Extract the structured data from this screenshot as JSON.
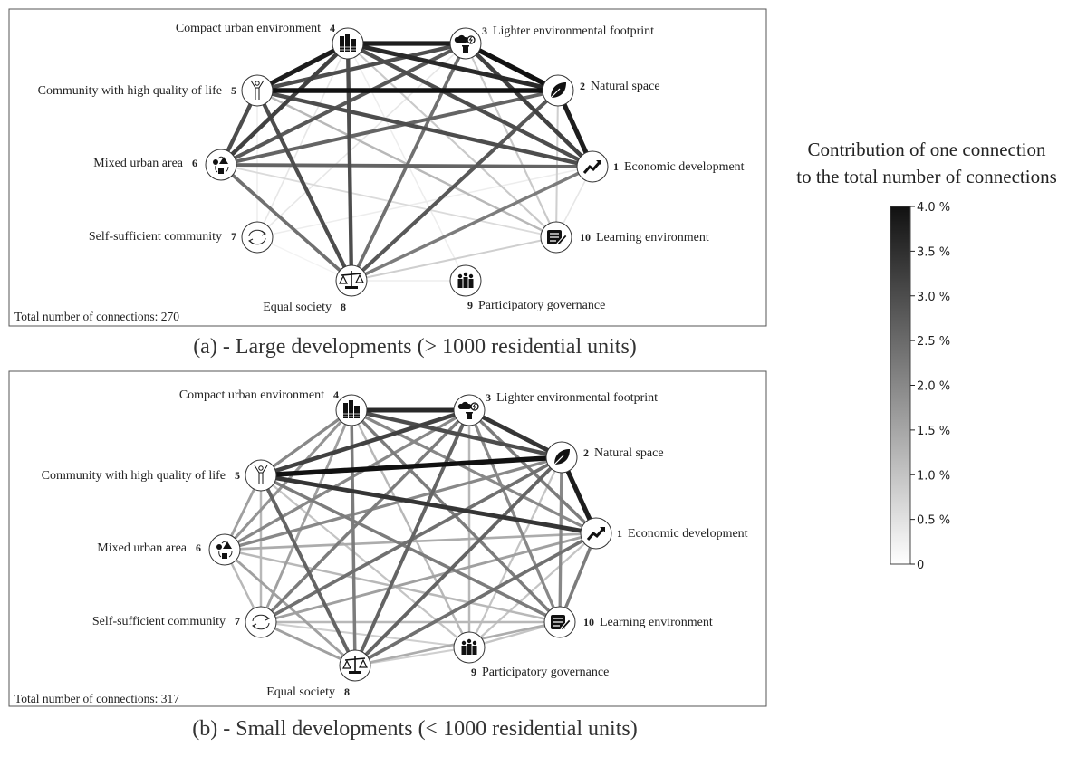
{
  "panels": [
    {
      "id": "a",
      "caption": "(a) - Large developments (> 1000 residential units)",
      "total_label": "Total number of connections: 270",
      "edges": [
        [
          4,
          3,
          3.8
        ],
        [
          4,
          2,
          3.6
        ],
        [
          4,
          5,
          3.8
        ],
        [
          4,
          6,
          3.2
        ],
        [
          4,
          1,
          3.0
        ],
        [
          4,
          8,
          3.0
        ],
        [
          4,
          7,
          0.4
        ],
        [
          4,
          10,
          0.9
        ],
        [
          4,
          9,
          0.3
        ],
        [
          3,
          2,
          4.0
        ],
        [
          3,
          5,
          3.0
        ],
        [
          3,
          6,
          2.8
        ],
        [
          3,
          1,
          3.2
        ],
        [
          3,
          8,
          2.4
        ],
        [
          3,
          7,
          0.4
        ],
        [
          3,
          10,
          0.9
        ],
        [
          2,
          5,
          4.0
        ],
        [
          2,
          1,
          3.8
        ],
        [
          2,
          6,
          2.6
        ],
        [
          2,
          8,
          2.8
        ],
        [
          2,
          10,
          0.8
        ],
        [
          5,
          6,
          3.0
        ],
        [
          5,
          1,
          3.0
        ],
        [
          5,
          8,
          3.0
        ],
        [
          5,
          10,
          1.2
        ],
        [
          5,
          7,
          0.3
        ],
        [
          6,
          1,
          2.6
        ],
        [
          6,
          8,
          2.4
        ],
        [
          6,
          10,
          0.6
        ],
        [
          1,
          8,
          2.2
        ],
        [
          1,
          10,
          0.4
        ],
        [
          1,
          7,
          0.3
        ],
        [
          8,
          10,
          0.8
        ],
        [
          8,
          9,
          0.3
        ],
        [
          8,
          7,
          0.2
        ]
      ]
    },
    {
      "id": "b",
      "caption": "(b) - Small developments (< 1000 residential units)",
      "total_label": "Total number of connections: 317",
      "edges": [
        [
          4,
          3,
          3.6
        ],
        [
          4,
          2,
          3.0
        ],
        [
          4,
          5,
          2.0
        ],
        [
          4,
          1,
          2.0
        ],
        [
          4,
          6,
          1.8
        ],
        [
          4,
          7,
          1.6
        ],
        [
          4,
          8,
          2.2
        ],
        [
          4,
          10,
          2.2
        ],
        [
          4,
          9,
          1.2
        ],
        [
          3,
          2,
          3.4
        ],
        [
          3,
          5,
          3.2
        ],
        [
          3,
          1,
          2.2
        ],
        [
          3,
          6,
          2.0
        ],
        [
          3,
          7,
          2.2
        ],
        [
          3,
          8,
          2.6
        ],
        [
          3,
          10,
          2.0
        ],
        [
          3,
          9,
          1.2
        ],
        [
          5,
          2,
          4.0
        ],
        [
          5,
          1,
          3.4
        ],
        [
          5,
          6,
          1.6
        ],
        [
          5,
          7,
          1.2
        ],
        [
          5,
          8,
          2.6
        ],
        [
          5,
          10,
          2.2
        ],
        [
          5,
          9,
          1.0
        ],
        [
          2,
          1,
          3.8
        ],
        [
          2,
          6,
          2.0
        ],
        [
          2,
          7,
          2.4
        ],
        [
          2,
          8,
          2.6
        ],
        [
          2,
          10,
          2.0
        ],
        [
          2,
          9,
          1.0
        ],
        [
          1,
          6,
          1.4
        ],
        [
          1,
          7,
          1.6
        ],
        [
          1,
          8,
          2.4
        ],
        [
          1,
          10,
          2.2
        ],
        [
          1,
          9,
          1.0
        ],
        [
          6,
          7,
          1.2
        ],
        [
          6,
          8,
          1.6
        ],
        [
          6,
          10,
          1.2
        ],
        [
          7,
          8,
          1.6
        ],
        [
          7,
          10,
          1.2
        ],
        [
          7,
          9,
          0.8
        ],
        [
          8,
          10,
          1.4
        ],
        [
          8,
          9,
          0.8
        ],
        [
          9,
          10,
          1.0
        ]
      ]
    }
  ],
  "nodes": [
    {
      "id": 1,
      "number": "1",
      "label": "Economic development",
      "icon": "rising-trend-icon"
    },
    {
      "id": 2,
      "number": "2",
      "label": "Natural space",
      "icon": "leaf-icon"
    },
    {
      "id": 3,
      "number": "3",
      "label": "Lighter environmental footprint",
      "icon": "cloud-energy-bin-icon"
    },
    {
      "id": 4,
      "number": "4",
      "label": "Compact urban environment",
      "icon": "buildings-icon"
    },
    {
      "id": 5,
      "number": "5",
      "label": "Community with high quality of life",
      "icon": "person-arms-up-icon"
    },
    {
      "id": 6,
      "number": "6",
      "label": "Mixed urban area",
      "icon": "mixed-shapes-icon"
    },
    {
      "id": 7,
      "number": "7",
      "label": "Self-sufficient community",
      "icon": "cycle-arrows-icon"
    },
    {
      "id": 8,
      "number": "8",
      "label": "Equal society",
      "icon": "scales-icon"
    },
    {
      "id": 9,
      "number": "9",
      "label": "Participatory governance",
      "icon": "group-people-icon"
    },
    {
      "id": 10,
      "number": "10",
      "label": "Learning environment",
      "icon": "notepad-pencil-icon"
    }
  ],
  "legend": {
    "title_line1": "Contribution of one connection",
    "title_line2": "to the total number of connections",
    "min": 0,
    "max": 4.0,
    "ticks": [
      "4.0 %",
      "3.5 %",
      "3.0 %",
      "2.5 %",
      "2.0 %",
      "1.5 %",
      "1.0 %",
      "0.5 %",
      "0"
    ],
    "tick_values": [
      4.0,
      3.5,
      3.0,
      2.5,
      2.0,
      1.5,
      1.0,
      0.5,
      0
    ],
    "color_low": "#ffffff",
    "color_high": "#111111"
  }
}
